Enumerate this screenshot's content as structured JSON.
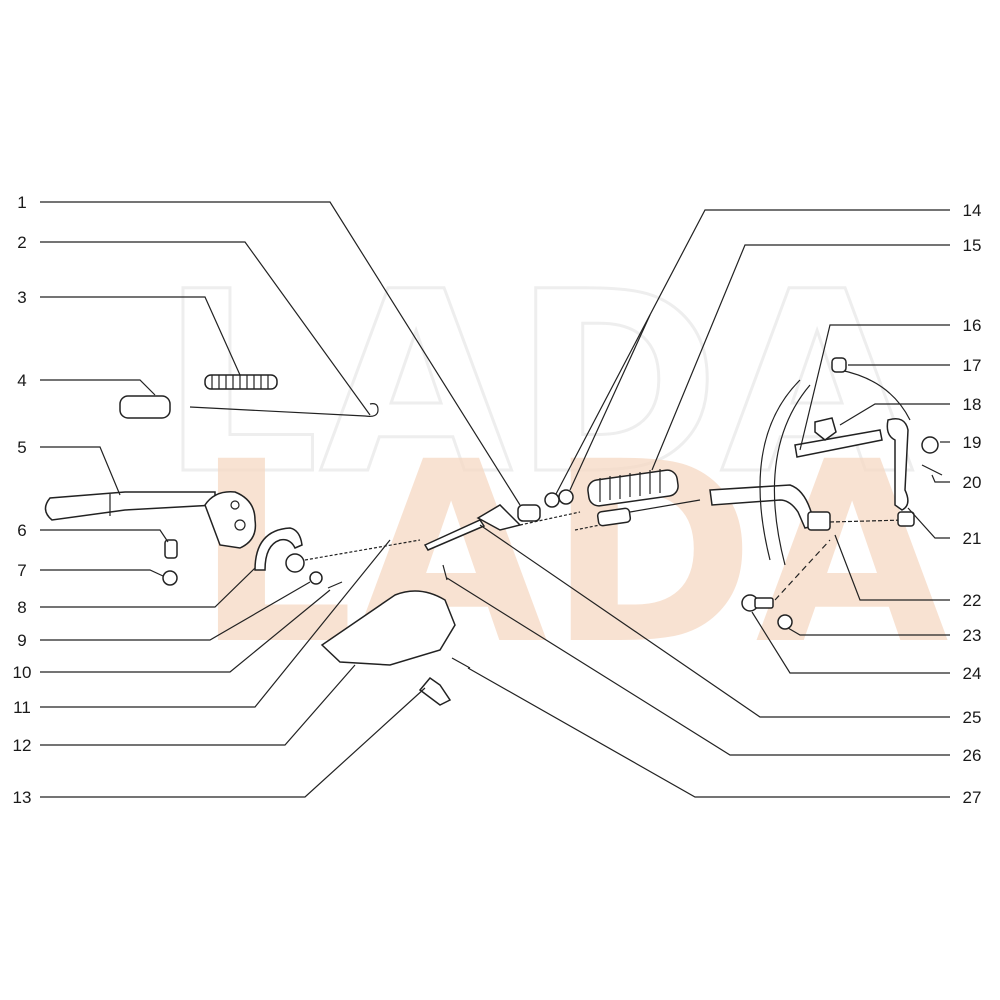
{
  "diagram": {
    "title": "Parking brake parts diagram",
    "watermark": "LADA",
    "left_labels": [
      "1",
      "2",
      "3",
      "4",
      "5",
      "6",
      "7",
      "8",
      "9",
      "10",
      "11",
      "12",
      "13"
    ],
    "right_labels": [
      "14",
      "15",
      "16",
      "17",
      "18",
      "19",
      "20",
      "21",
      "22",
      "23",
      "24",
      "25",
      "26",
      "27"
    ],
    "colors": {
      "line": "#222222",
      "watermark": "#f6d9c4"
    }
  }
}
